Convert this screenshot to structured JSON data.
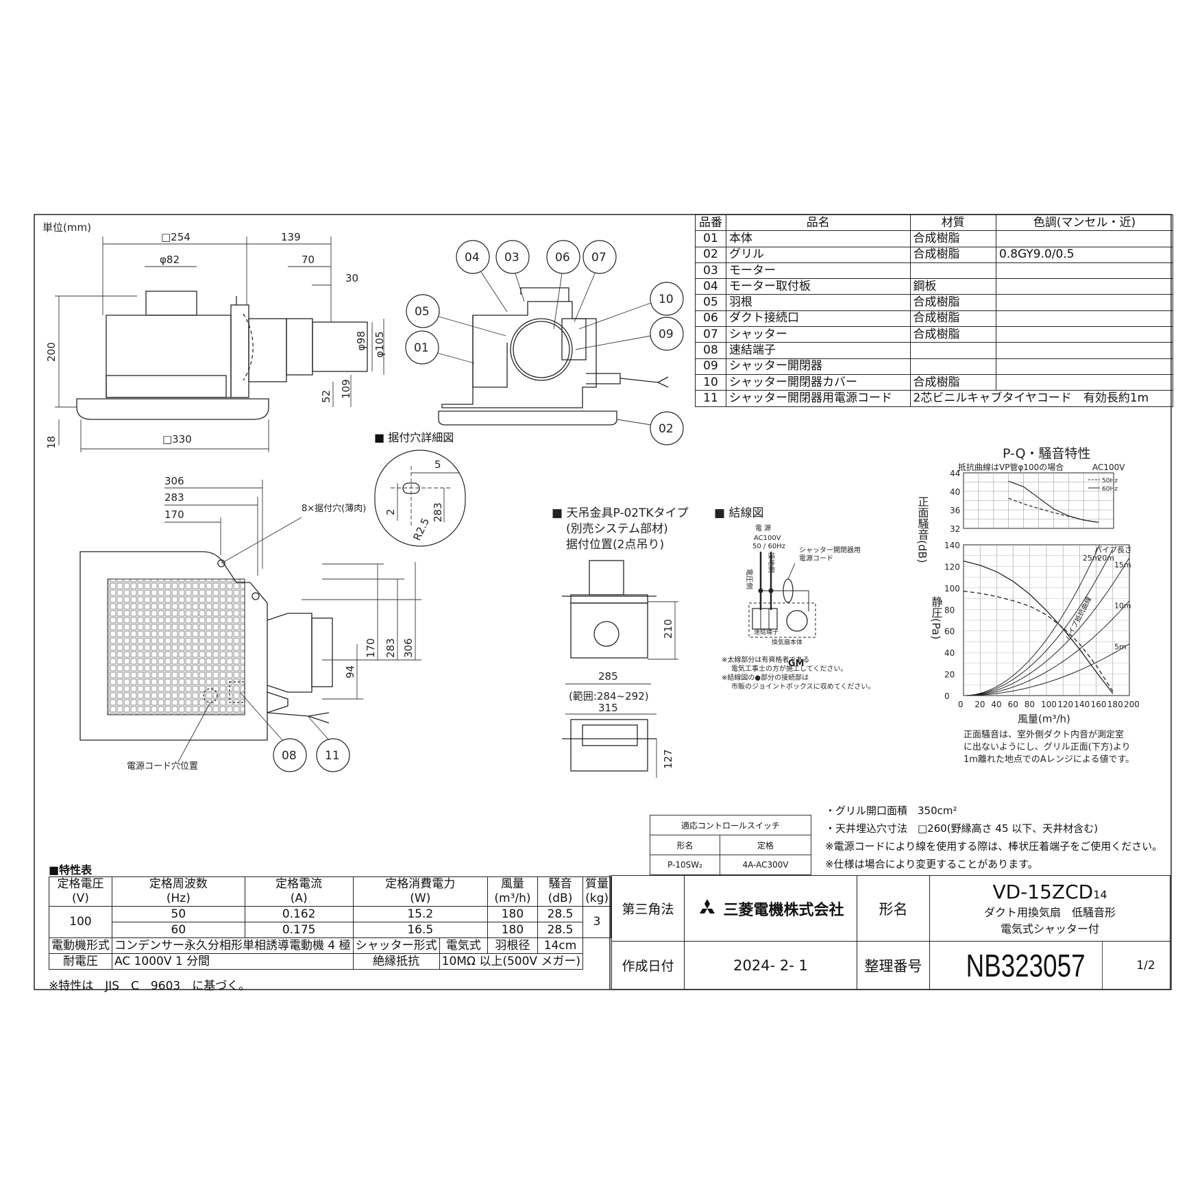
{
  "unit_label": "単位(mm)",
  "front_view": {
    "dims": [
      "□254",
      "139",
      "φ82",
      "70",
      "30",
      "φ98",
      "φ105",
      "200",
      "52",
      "109",
      "18",
      "□330"
    ],
    "callouts": [
      "04",
      "03",
      "06",
      "07",
      "05",
      "01",
      "10",
      "09",
      "02"
    ]
  },
  "mount_hole": {
    "title": "■ 据付穴詳細図",
    "dims": [
      "5",
      "2",
      "283",
      "R2.5"
    ]
  },
  "plan_view": {
    "dims": [
      "306",
      "283",
      "170",
      "170",
      "283",
      "306",
      "94"
    ],
    "hole_label": "8×据付穴(薄肉)",
    "cord_label": "電源コード穴位置",
    "callouts": [
      "08",
      "11"
    ]
  },
  "hanger": {
    "title": "■ 天吊金具P-02TKタイプ",
    "sub1": "(別売システム部材)",
    "sub2": "据付位置(2点吊り)",
    "dims": [
      "210",
      "285",
      "(範囲:284~292)",
      "315",
      "127"
    ]
  },
  "wiring": {
    "title": "■ 結線図",
    "source": "電 源",
    "voltage": "AC100V",
    "freq": "50 / 60Hz",
    "side_live": "電圧側",
    "side_ground": "接地側",
    "shutter_cord1": "シャッター開閉器用",
    "shutter_cord2": "電源コード",
    "gm": "GM",
    "terminal": "速結端子",
    "body": "換気扇本体",
    "note1": "※太線部分は有資格者である",
    "note2": "電気工事士の方が施工してください。",
    "note3": "※結線図の●部分の接続部は",
    "note4": "市販のジョイントボックスに収めてください。"
  },
  "parts_table": {
    "headers": [
      "品番",
      "品名",
      "材質",
      "色調(マンセル・近)"
    ],
    "rows": [
      [
        "01",
        "本体",
        "合成樹脂",
        ""
      ],
      [
        "02",
        "グリル",
        "合成樹脂",
        "0.8GY9.0/0.5"
      ],
      [
        "03",
        "モーター",
        "",
        ""
      ],
      [
        "04",
        "モーター取付板",
        "鋼板",
        ""
      ],
      [
        "05",
        "羽根",
        "合成樹脂",
        ""
      ],
      [
        "06",
        "ダクト接続口",
        "合成樹脂",
        ""
      ],
      [
        "07",
        "シャッター",
        "合成樹脂",
        ""
      ],
      [
        "08",
        "速結端子",
        "",
        ""
      ],
      [
        "09",
        "シャッター開閉器",
        "",
        ""
      ],
      [
        "10",
        "シャッター開閉器カバー",
        "合成樹脂",
        ""
      ],
      [
        "11",
        "シャッター開閉器用電源コード",
        "2芯ビニルキャブタイヤコード　有効長約1m",
        ""
      ]
    ]
  },
  "chart_data": {
    "type": "line",
    "title": "P-Q・騒音特性",
    "note": "抵抗曲線はVP管φ100の場合",
    "voltage": "AC100V",
    "legend": [
      "50Hz",
      "60Hz"
    ],
    "noise": {
      "ylabel": "正面騒音(dB)",
      "ylim": [
        32,
        44
      ],
      "yticks": [
        "44",
        "40",
        "36",
        "32"
      ],
      "series": [
        {
          "name": "50Hz",
          "x": [
            60,
            80,
            100,
            120,
            140,
            160,
            180
          ],
          "y": [
            38.5,
            37.3,
            36.3,
            35.4,
            34.6,
            33.8,
            33.3
          ]
        },
        {
          "name": "60Hz",
          "x": [
            60,
            80,
            100,
            120,
            140,
            160,
            180
          ],
          "y": [
            42.2,
            41.0,
            38.6,
            36.2,
            34.7,
            33.8,
            33.3
          ]
        }
      ]
    },
    "pq": {
      "ylabel": "静圧(Pa)",
      "xlabel": "風量(m³/h)",
      "xlim": [
        0,
        200
      ],
      "ylim": [
        0,
        140
      ],
      "xticks": [
        "0",
        "20",
        "40",
        "60",
        "80",
        "100",
        "120",
        "140",
        "160",
        "180",
        "200"
      ],
      "yticks": [
        "140",
        "120",
        "100",
        "80",
        "60",
        "40",
        "20",
        "0"
      ],
      "series": [
        {
          "name": "50Hz",
          "x": [
            0,
            20,
            40,
            60,
            80,
            100,
            120,
            140,
            160,
            180
          ],
          "y": [
            97,
            95,
            92,
            88,
            83,
            75,
            63,
            48,
            28,
            4
          ]
        },
        {
          "name": "60Hz",
          "x": [
            0,
            20,
            40,
            60,
            80,
            100,
            120,
            140,
            160,
            180
          ],
          "y": [
            125,
            121,
            115,
            106,
            94,
            79,
            62,
            43,
            22,
            2
          ]
        }
      ],
      "resistance_label": "パイプ抵抗曲線",
      "pipe_label": "パイプ長さ",
      "resistance_curves": [
        {
          "name": "25m",
          "k": 0.0052
        },
        {
          "name": "20m",
          "k": 0.0042
        },
        {
          "name": "15m",
          "k": 0.0032
        },
        {
          "name": "10m",
          "k": 0.0022
        },
        {
          "name": "5m",
          "k": 0.0012
        }
      ]
    },
    "footnote": [
      "正面騒音は、室外側ダクト内音が測定室",
      "に出ないようにし、グリル正面(下方)より",
      "1m離れた地点でのAレンジによる値です。"
    ]
  },
  "control_switch": {
    "title": "適応コントロールスイッチ",
    "headers": [
      "形名",
      "定格"
    ],
    "row": [
      "P-10SW₂",
      "4A-AC300V"
    ]
  },
  "notes": [
    "・グリル開口面積　350cm²",
    "・天井埋込穴寸法　□260(野縁高さ 45 以下、天井材含む)",
    "※電源コードにより線を使用する際は、棒状圧着端子をご使用ください。",
    "※仕様は場合により変更することがあります。"
  ],
  "spec": {
    "title": "■特性表",
    "headers": [
      "定格電圧",
      "定格周波数",
      "定格電流",
      "定格消費電力",
      "風量",
      "騒音",
      "質量"
    ],
    "units": [
      "(V)",
      "(Hz)",
      "(A)",
      "(W)",
      "(m³/h)",
      "(dB)",
      "(kg)"
    ],
    "voltage": "100",
    "rows": [
      [
        "50",
        "0.162",
        "15.2",
        "180",
        "28.5"
      ],
      [
        "60",
        "0.175",
        "16.5",
        "180",
        "28.5"
      ]
    ],
    "mass": "3",
    "motor_label": "電動機形式",
    "motor_value": "コンデンサー永久分相形単相誘導電動機 4 極",
    "shutter_label": "シャッター形式",
    "shutter_value": "電気式",
    "blade_label": "羽根径",
    "blade_value": "14cm",
    "withstand_label": "耐電圧",
    "withstand_value": "AC 1000V 1 分間",
    "insulation_label": "絶縁抵抗",
    "insulation_value": "10MΩ 以上(500V メガー)",
    "footnote": "※特性は　JIS　C　9603　に基づく。"
  },
  "titleblock": {
    "projection": "第三角法",
    "company": "三菱電機株式会社",
    "model_label": "形名",
    "model": "VD-15ZCD",
    "model_suffix": "14",
    "desc1": "ダクト用換気扇　低騒音形",
    "desc2": "電気式シャッター付",
    "date_label": "作成日付",
    "date": "2024- 2- 1",
    "number_label": "整理番号",
    "number": "NB323057",
    "page": "1/2"
  }
}
